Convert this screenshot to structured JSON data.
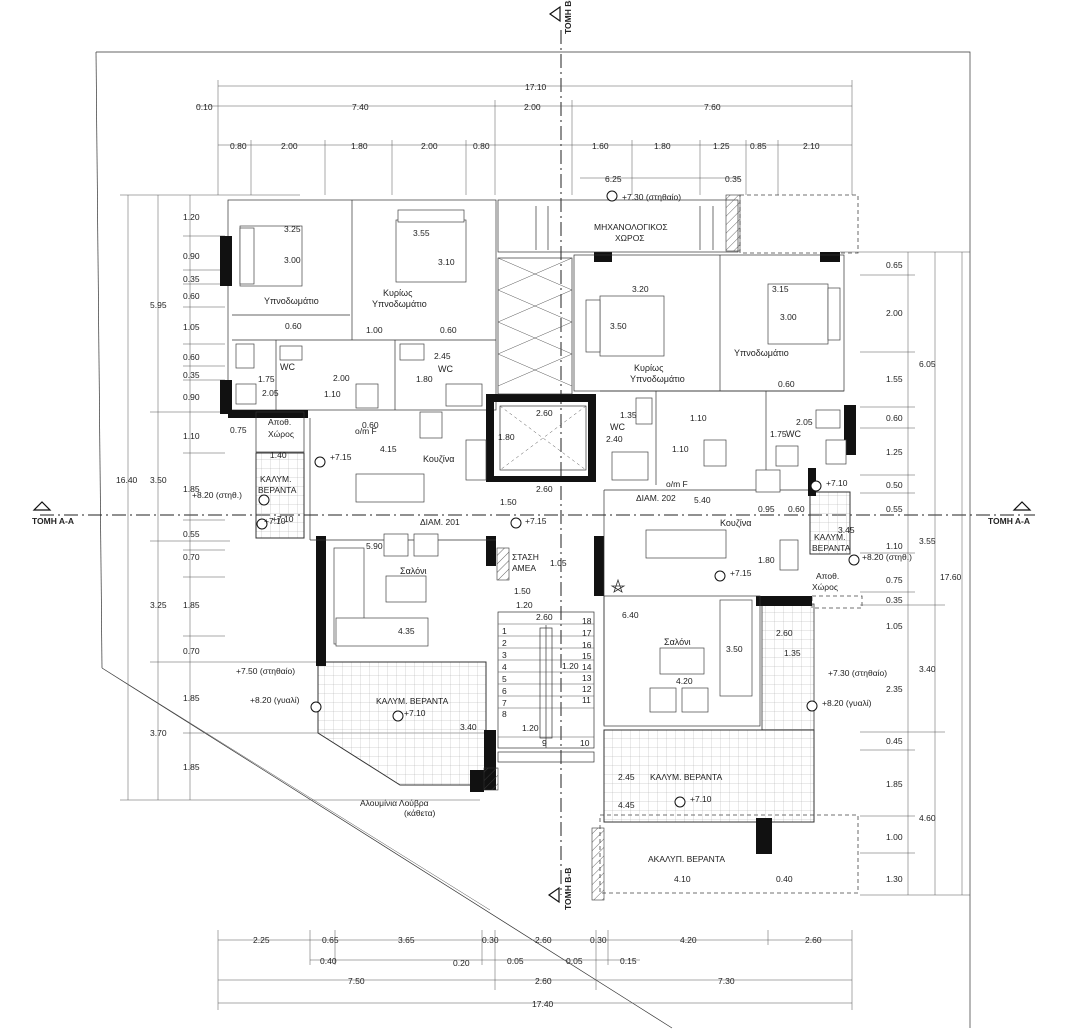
{
  "sections": {
    "bb_top": "ΤΟΜΗ Β-Β",
    "bb_bottom": "ΤΟΜΗ Β-Β",
    "aa_left": "ΤΟΜΗ Α-Α",
    "aa_right": "ΤΟΜΗ Α-Α"
  },
  "rooms": {
    "bedroom_left": "Υπνοδωμάτιο",
    "master_left_1": "Κυρίως",
    "master_left_2": "Υπνοδωμάτιο",
    "wc_1": "WC",
    "wc_2": "WC",
    "storage_left_1": "Αποθ.",
    "storage_left_2": "Χώρος",
    "kitchen_left": "Κουζίνα",
    "veranda_covered_left_1": "ΚΑΛΥΜ.",
    "veranda_covered_left_2": "ΒΕΡΑΝΤΑ",
    "salon_left": "Σαλόνι",
    "veranda_left_big": "ΚΑΛΥΜ. ΒΕΡΑΝΤΑ",
    "aluminium_1": "Αλουμίνια Λούβρα",
    "aluminium_2": "(κάθετα)",
    "apt_201": "ΔΙΑΜ. 201",
    "apt_202": "ΔΙΑΜ. 202",
    "mech_1": "ΜΗΧΑΝΟΛΟΓΙΚΟΣ",
    "mech_2": "ΧΩΡΟΣ",
    "master_right_1": "Κυρίως",
    "master_right_2": "Υπνοδωμάτιο",
    "bedroom_right": "Υπνοδωμάτιο",
    "wc_3": "WC",
    "wc_4": "WC",
    "kitchen_right": "Κουζίνα",
    "veranda_covered_right_1": "ΚΑΛΥΜ.",
    "veranda_covered_right_2": "ΒΕΡΑΝΤΑ",
    "storage_right_1": "Αποθ.",
    "storage_right_2": "Χώρος",
    "salon_right": "Σαλόνι",
    "veranda_right_big": "ΚΑΛΥΜ. ΒΕΡΑΝΤΑ",
    "veranda_open": "ΑΚΑΛΥΠ. ΒΕΡΑΝΤΑ",
    "stop_1": "ΣΤΑΣΗ",
    "stop_2": "ΑΜΕΑ"
  },
  "levels": {
    "l1": "+7.30 (στηθαίο)",
    "l2": "+7.15",
    "l3": "+8.20 (στηθ.)",
    "l4": "+7.10",
    "l5": "+7.15",
    "l6": "+7.50 (στηθαίο)",
    "l7": "+8.20 (γυαλί)",
    "l8": "+7.10",
    "l9": "+7.10",
    "l10": "+7.15",
    "l11": "+8.20 (στηθ.)",
    "l12": "+7.30 (στηθαίο)",
    "l13": "+8.20 (γυαλί)",
    "l14": "+7.10",
    "l15": "+7.10"
  },
  "top_dims": {
    "total": "17.10",
    "row2": [
      "0.10",
      "7.40",
      "2.00",
      "7.60"
    ],
    "row3": [
      "0.80",
      "2.00",
      "1.80",
      "2.00",
      "0.80",
      "1.60",
      "1.80",
      "1.25",
      "0.85",
      "2.10"
    ],
    "d_625": "6.25",
    "d_035": "0.35"
  },
  "bottom_dims": {
    "row1": [
      "2.25",
      "0.65",
      "3.65",
      "0.30",
      "2.60",
      "0.30",
      "4.20",
      "2.60"
    ],
    "row2": [
      "0.40",
      "0.20",
      "0.05",
      "0.05",
      "0.15"
    ],
    "row3": [
      "7.50",
      "2.60",
      "7.30"
    ],
    "total": "17.40"
  },
  "left_dims": {
    "overall": "16.40",
    "outer": [
      "5.95",
      "3.50",
      "3.25",
      "3.70"
    ],
    "inner": [
      "1.20",
      "0.90",
      "0.35",
      "0.60",
      "1.05",
      "0.60",
      "0.35",
      "0.90",
      "1.10",
      "1.85",
      "0.55",
      "0.70",
      "1.85",
      "0.70",
      "1.85",
      "1.85"
    ]
  },
  "right_dims": {
    "overall": "17.60",
    "outer": [
      "6.05",
      "3.55",
      "3.40",
      "4.60"
    ],
    "inner": [
      "0.65",
      "2.00",
      "1.55",
      "0.60",
      "1.25",
      "0.50",
      "0.55",
      "1.10",
      "0.75",
      "0.35",
      "1.05",
      "2.35",
      "0.45",
      "1.85",
      "1.00",
      "1.30"
    ]
  },
  "interior_dims": {
    "a1": "3.25",
    "a2": "3.00",
    "a3": "3.55",
    "a4": "3.10",
    "a5": "0.60",
    "a6": "1.00",
    "a7": "0.60",
    "a8": "2.45",
    "a9": "1.75",
    "a10": "2.05",
    "a11": "1.80",
    "a12": "2.00",
    "a13": "1.10",
    "a14": "0.75",
    "a15": "1.40",
    "a16": "4.15",
    "a17": "5.90",
    "a18": "4.35",
    "a19": "3.40",
    "a20": "2.60",
    "a21": "1.80",
    "a22": "2.60",
    "a23": "1.50",
    "a24": "1.50",
    "a25": "1.20",
    "a26": "2.60",
    "a27": "1.05",
    "a28": "1.20",
    "a29": "1.20",
    "b1": "3.20",
    "b2": "3.50",
    "b3": "3.15",
    "b4": "3.00",
    "b5": "0.60",
    "b6": "1.35",
    "b7": "2.40",
    "b8": "1.10",
    "b9": "1.10",
    "b10": "2.05",
    "b11": "1.75",
    "b12": "5.40",
    "b13": "0.95",
    "b14": "0.60",
    "b15": "3.45",
    "b16": "1.80",
    "b17": "6.40",
    "b18": "2.60",
    "b19": "1.35",
    "b20": "3.50",
    "b21": "4.20",
    "b22": "2.45",
    "b23": "4.45",
    "b24": "4.10",
    "b25": "0.40",
    "b26": "0.60"
  },
  "stair_numbers": [
    "1",
    "2",
    "3",
    "4",
    "5",
    "6",
    "7",
    "8",
    "9",
    "10",
    "11",
    "12",
    "13",
    "14",
    "15",
    "16",
    "17",
    "18"
  ],
  "appliance_tag_1": "ο/m F",
  "appliance_tag_2": "ο/m F"
}
